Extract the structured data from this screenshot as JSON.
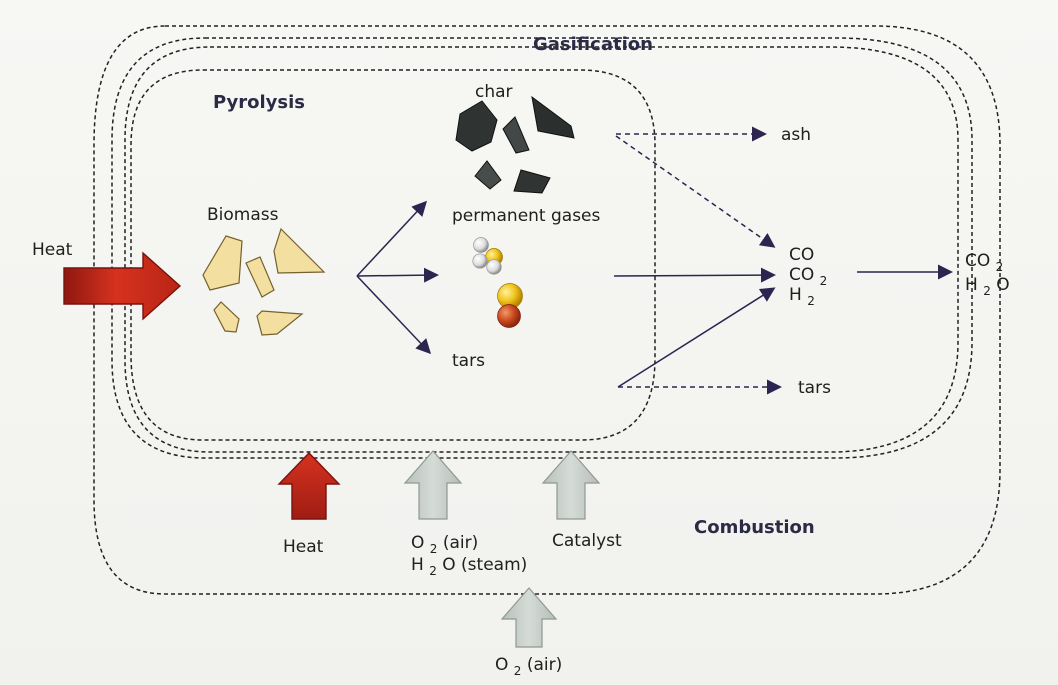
{
  "sections": {
    "gasification": "Gasification",
    "pyrolysis": "Pyrolysis",
    "combustion": "Combustion"
  },
  "pyrolysis_labels": {
    "biomass": "Biomass",
    "char": "char",
    "permanent_gases": "permanent gases",
    "tars": "tars"
  },
  "gasification_outputs": {
    "ash": "ash",
    "tars": "tars",
    "co": "CO",
    "co2_base": "CO",
    "co2_sub": "2",
    "h2_base": "H",
    "h2_sub": "2"
  },
  "combustion_outputs": {
    "co2_base": "CO",
    "co2_sub": "2",
    "h2o_base": "H",
    "h2o_sub": "2",
    "h2o_tail": "O"
  },
  "inputs": {
    "heat_side": "Heat",
    "heat_bottom": "Heat",
    "o2_air_base": "O",
    "o2_air_sub": "2",
    "o2_air_tail": " (air)",
    "h2o_steam_base": "H",
    "h2o_steam_sub": "2",
    "h2o_steam_tail": "O (steam)",
    "catalyst": "Catalyst",
    "o2_air_bottom_base": "O",
    "o2_air_bottom_sub": "2",
    "o2_air_bottom_tail": "(air)"
  },
  "colors": {
    "heat_arrow": "#c92d1e",
    "input_arrow": "#c8cfcb",
    "biomass_fill": "#f3dfa0",
    "char_fill": "#2f3432",
    "flow_line": "#2d2550",
    "section_title": "#2b2b46"
  }
}
